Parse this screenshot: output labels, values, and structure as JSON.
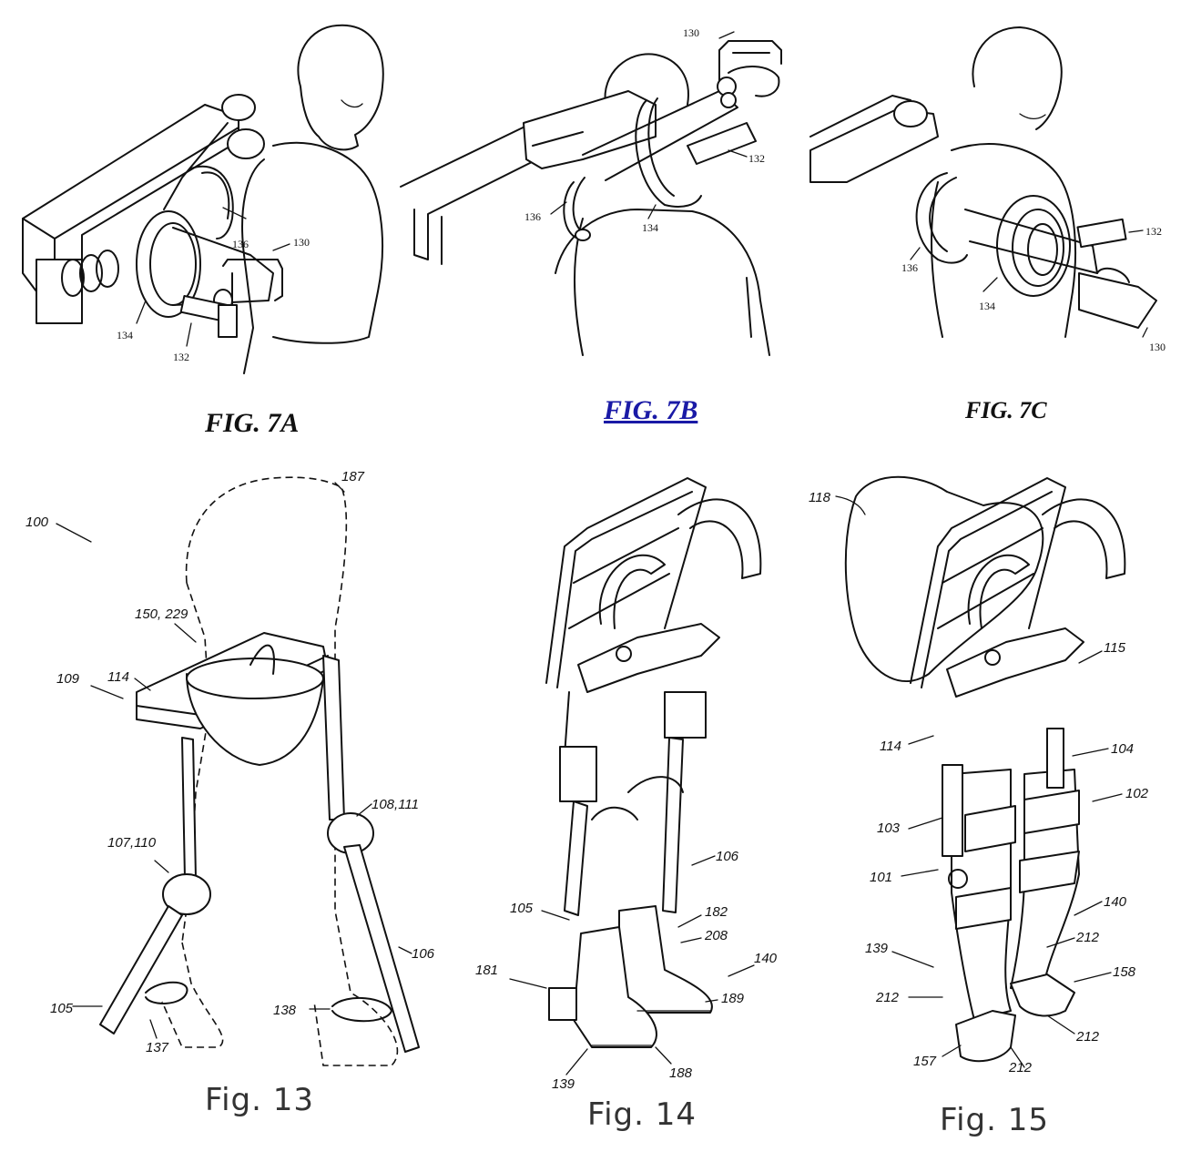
{
  "captions": {
    "fig7a": "FIG. 7A",
    "fig7b": "FIG. 7B",
    "fig7c": "FIG. 7C",
    "fig13": "Fig.  13",
    "fig14": "Fig.  14",
    "fig15": "Fig.  15"
  },
  "fig7a_refs": {
    "r130": "130",
    "r136": "136",
    "r134": "134",
    "r132": "132"
  },
  "fig7b_refs": {
    "r130": "130",
    "r132": "132",
    "r136": "136",
    "r134": "134"
  },
  "fig7c_refs": {
    "r132": "132",
    "r136": "136",
    "r134": "134",
    "r130": "130"
  },
  "fig13_refs": {
    "r187": "187",
    "r100": "100",
    "r150": "150,  229",
    "r109": "109",
    "r114": "114",
    "r108": "108,111",
    "r107": "107,110",
    "r106": "106",
    "r105": "105",
    "r138": "138",
    "r137": "137"
  },
  "fig14_refs": {
    "r106": "106",
    "r105": "105",
    "r182": "182",
    "r208": "208",
    "r140": "140",
    "r181": "181",
    "r189": "189",
    "r139": "139",
    "r188": "188"
  },
  "fig15_refs": {
    "r118": "118",
    "r115": "115",
    "r114": "114",
    "r104": "104",
    "r102": "102",
    "r103": "103",
    "r101": "101",
    "r140": "140",
    "r212a": "212",
    "r139": "139",
    "r158": "158",
    "r212b": "212",
    "r212c": "212",
    "r157": "157",
    "r212d": "212"
  },
  "caption_link_color": "#1a1aa6"
}
